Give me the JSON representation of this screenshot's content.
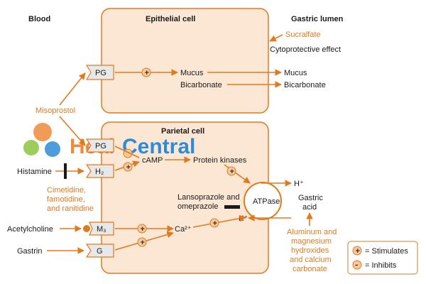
{
  "colors": {
    "accent": "#e07a1f",
    "cell_fill": "#fbe7d3",
    "cell_border": "#e07a1f",
    "watermark_blue": "#2e8bd6",
    "watermark_orange": "#f08a3c"
  },
  "headings": {
    "blood": "Blood",
    "epithelial_cell": "Epithelial cell",
    "gastric_lumen": "Gastric lumen",
    "parietal_cell": "Parietal cell"
  },
  "drugs": {
    "sucralfate": "Sucralfate",
    "misoprostol": "Misoprostol",
    "h2_blockers": [
      "Cimetidine,",
      "famotidine,",
      "and ranitidine"
    ],
    "ppi": [
      "Lansoprazole and",
      "omeprazole"
    ],
    "antacids": [
      "Aluminum and",
      "magnesium",
      "hydroxides",
      "and calcium",
      "carbonate"
    ]
  },
  "labels": {
    "cytoprotective": "Cytoprotective effect",
    "mucus_cell": "Mucus",
    "bicarbonate_cell": "Bicarbonate",
    "mucus_lumen": "Mucus",
    "bicarbonate_lumen": "Bicarbonate",
    "camp": "cAMP",
    "protein_kinases": "Protein kinases",
    "atpase": "ATPase",
    "h_plus": "H⁺",
    "k_plus": "K⁺",
    "ca2": "Ca²⁺",
    "gastric_acid": [
      "Gastric",
      "acid"
    ]
  },
  "blood_agents": {
    "histamine": "Histamine",
    "acetylcholine": "Acetylcholine",
    "gastrin": "Gastrin"
  },
  "receptors": {
    "pg_top": "PG",
    "pg_parietal": "PG",
    "h2": "H₂",
    "m3": "M₃",
    "g": "G"
  },
  "legend": {
    "stimulates": "= Stimulates",
    "inhibits": "= Inhibits",
    "plus_symbol": "+",
    "minus_symbol": "–"
  },
  "watermark": {
    "part1": "Heal",
    "part2": "Central"
  },
  "plus_symbol": "+"
}
